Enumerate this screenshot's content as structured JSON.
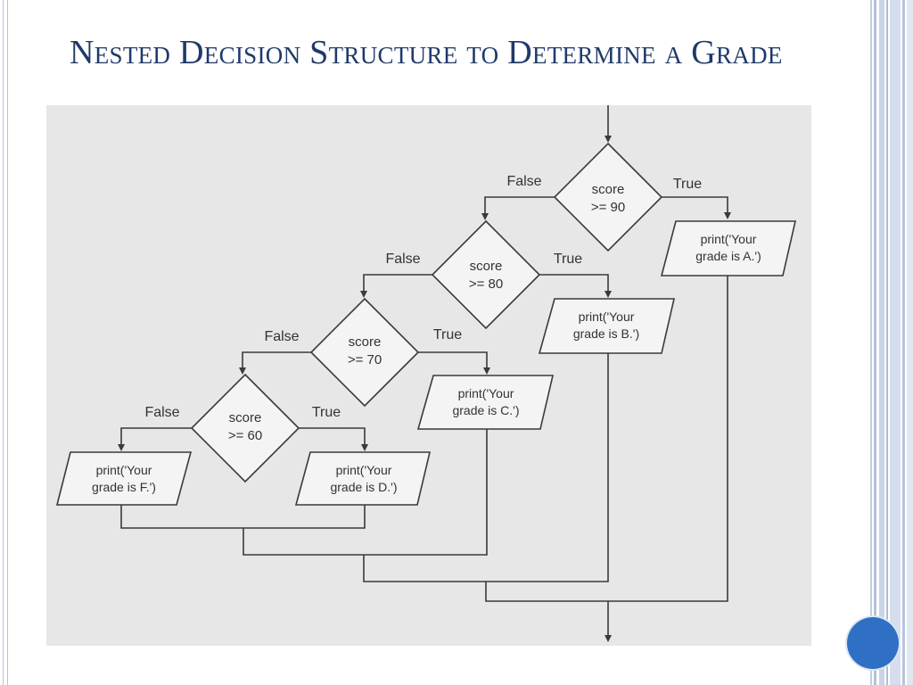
{
  "slide": {
    "title": "Nested Decision Structure to Determine a Grade"
  },
  "flowchart": {
    "decisions": [
      {
        "line1": "score",
        "line2": ">= 90"
      },
      {
        "line1": "score",
        "line2": ">= 80"
      },
      {
        "line1": "score",
        "line2": ">= 70"
      },
      {
        "line1": "score",
        "line2": ">= 60"
      }
    ],
    "outputs": [
      {
        "line1": "print('Your",
        "line2": "grade is A.')"
      },
      {
        "line1": "print('Your",
        "line2": "grade is B.')"
      },
      {
        "line1": "print('Your",
        "line2": "grade is C.')"
      },
      {
        "line1": "print('Your",
        "line2": "grade is D.')"
      },
      {
        "line1": "print('Your",
        "line2": "grade is F.')"
      }
    ],
    "branch_labels": {
      "true": "True",
      "false": "False"
    }
  },
  "colors": {
    "title": "#1f3a6a",
    "panel": "#e7e7e7",
    "stroke": "#3a3a3a",
    "shape_fill": "#f4f4f4",
    "nav_button": "#2f6fc4"
  }
}
